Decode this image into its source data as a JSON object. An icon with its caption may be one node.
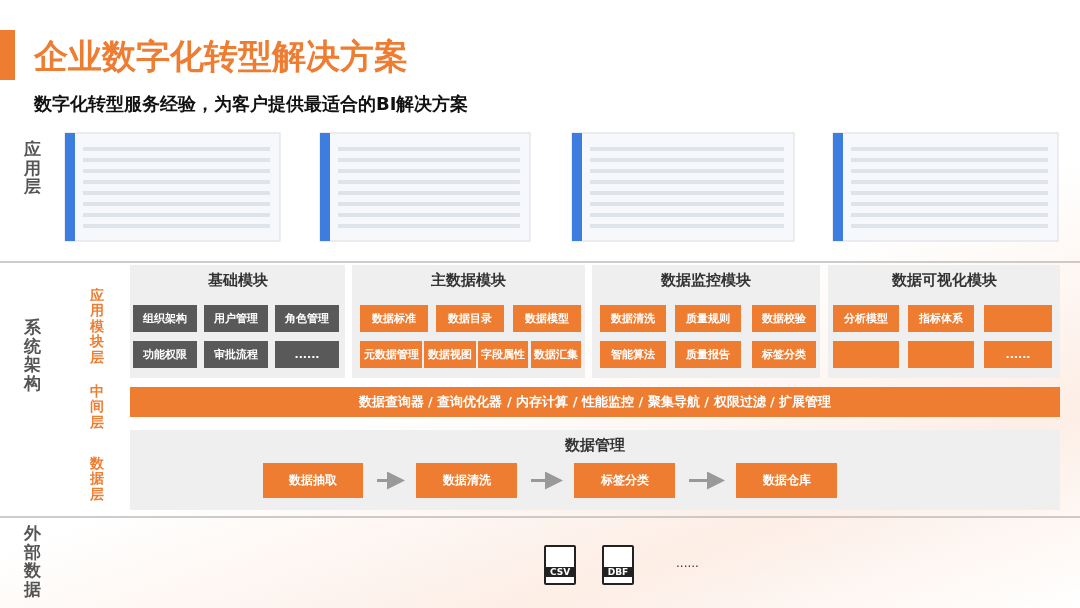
{
  "diagram": {
    "title": "企业数字化转型解决方案",
    "nodes": [
      {
        "text": [
          "基础模块"
        ]
      },
      {
        "text": [
          "组织架构"
        ],
        "in": 0
      },
      {
        "text": [
          "用户管理"
        ],
        "in": 0
      },
      {
        "text": [
          "角色管理"
        ],
        "in": 0
      },
      {
        "text": [
          "功能权限"
        ],
        "in": 0
      },
      {
        "text": [
          "审批流程"
        ],
        "in": 0
      },
      {
        "text": [
          "......"
        ],
        "in": 0
      },
      {
        "text": [
          "主数据模块"
        ]
      },
      {
        "text": [
          "数据标准"
        ],
        "in": 7
      },
      {
        "text": [
          "数据目录"
        ],
        "in": 7
      },
      {
        "text": [
          "数据模型"
        ],
        "in": 7
      },
      {
        "text": [
          "元数据管理"
        ],
        "in": 7
      },
      {
        "text": [
          "数据视图"
        ],
        "in": 7
      },
      {
        "text": [
          "字段属性"
        ],
        "in": 7
      },
      {
        "text": [
          "数据汇集"
        ],
        "in": 7
      },
      {
        "text": [
          "数据监控模块"
        ]
      },
      {
        "text": [
          "数据清洗"
        ],
        "in": 15
      },
      {
        "text": [
          "质量规则"
        ],
        "in": 15
      },
      {
        "text": [
          "数据校验"
        ],
        "in": 15
      },
      {
        "text": [
          "智能算法"
        ],
        "in": 15
      },
      {
        "text": [
          "质量报告"
        ],
        "in": 15
      },
      {
        "text": [
          "标签分类"
        ],
        "in": 15
      },
      {
        "text": [
          "数据可视化模块"
        ]
      },
      {
        "text": [
          "分析模型"
        ],
        "in": 22
      },
      {
        "text": [
          "指标体系"
        ],
        "in": 22
      },
      {
        "text": [],
        "shape": "box",
        "in": 22
      },
      {
        "text": [],
        "shape": "box",
        "in": 22
      },
      {
        "text": [],
        "shape": "box",
        "in": 22
      },
      {
        "text": [
          "......"
        ],
        "in": 22
      },
      {
        "text": [
          "数据查询器 / 查询优化器 / 内存计算 / 性能监控 / 聚集导航 / 权限过滤 / 扩展管理"
        ]
      },
      {
        "text": [
          "数据管理"
        ]
      },
      {
        "text": [
          "数据抽取"
        ],
        "in": 30
      },
      {
        "text": [
          "数据清洗"
        ],
        "in": 30
      },
      {
        "text": [
          "标签分类"
        ],
        "in": 30
      },
      {
        "text": [
          "数据仓库"
        ],
        "in": 30
      }
    ],
    "edges": [
      {
        "from": 31,
        "to": 32,
        "arrow": "to"
      },
      {
        "from": 32,
        "to": 33,
        "arrow": "to"
      },
      {
        "from": 33,
        "to": 34,
        "arrow": "to"
      }
    ],
    "labels": [
      "数字化转型服务经验，为客户提供最适合的BI解决方案",
      "应用层",
      "系统架构",
      "应用模块层",
      "中间层",
      "数据层",
      "外部数据",
      "CSV",
      "DBF",
      "......"
    ]
  }
}
